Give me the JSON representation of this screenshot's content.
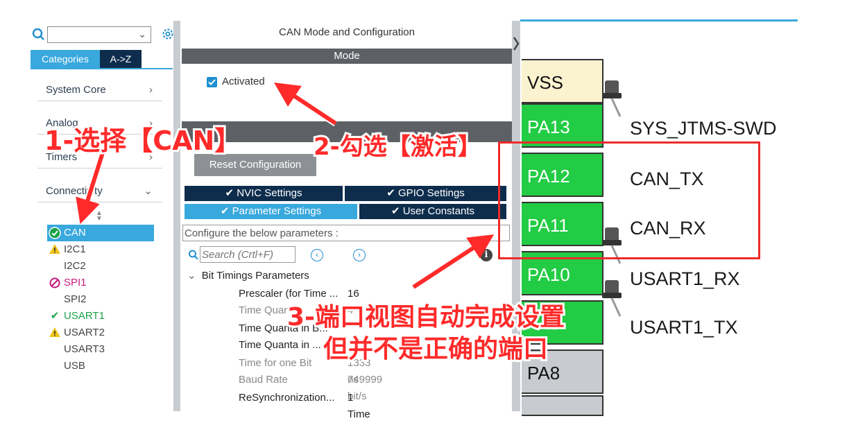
{
  "left_panel": {
    "tabs": [
      "Categories",
      "A->Z"
    ],
    "sections": [
      {
        "label": "System Core",
        "chev": "›"
      },
      {
        "label": "Analog",
        "chev": "›"
      },
      {
        "label": "Timers",
        "chev": "›"
      },
      {
        "label": "Connectivity",
        "chev": "⌄"
      }
    ],
    "items": [
      {
        "label": "CAN",
        "status": "check"
      },
      {
        "label": "I2C1",
        "status": "warn"
      },
      {
        "label": "I2C2",
        "status": ""
      },
      {
        "label": "SPI1",
        "status": "forbid"
      },
      {
        "label": "SPI2",
        "status": ""
      },
      {
        "label": "USART1",
        "status": "check"
      },
      {
        "label": "USART2",
        "status": "warn"
      },
      {
        "label": "USART3",
        "status": ""
      },
      {
        "label": "USB",
        "status": ""
      }
    ]
  },
  "config": {
    "title": "CAN Mode and Configuration",
    "mode_header": "Mode",
    "activated_label": "Activated",
    "reset_button": "Reset Configuration",
    "tabs": [
      "NVIC Settings",
      "GPIO Settings",
      "Parameter Settings",
      "User Constants"
    ],
    "configure_text": "Configure the below parameters :",
    "search_placeholder": "Search (Crtl+F)",
    "group_label": "Bit Timings Parameters",
    "params": [
      {
        "name": "Prescaler (for Time ...",
        "value": "16",
        "dim": false
      },
      {
        "name": "Time Quanta",
        "value": "4",
        "dim": true
      },
      {
        "name": "Time Quanta in B...",
        "value": "",
        "dim": false
      },
      {
        "name": "Time Quanta in ...",
        "value": "",
        "dim": false
      },
      {
        "name": "Time for one Bit",
        "value": "1333 ns",
        "dim": true
      },
      {
        "name": "Baud Rate",
        "value": "749999 bit/s",
        "dim": true
      },
      {
        "name": "ReSynchronization...",
        "value": "1 Time",
        "dim": false
      }
    ]
  },
  "pins": [
    {
      "name": "VSS",
      "signal": ""
    },
    {
      "name": "PA13",
      "signal": "SYS_JTMS-SWD"
    },
    {
      "name": "PA12",
      "signal": "CAN_TX"
    },
    {
      "name": "PA11",
      "signal": "CAN_RX"
    },
    {
      "name": "PA10",
      "signal": "USART1_RX"
    },
    {
      "name": "PA9",
      "signal": "USART1_TX"
    },
    {
      "name": "PA8",
      "signal": ""
    }
  ],
  "annotations": {
    "step1": "1-选择【CAN】",
    "step2": "2-勾选【激活】",
    "step3_line1": "3-端口视图自动完成设置",
    "step3_line2": "但并不是正确的端口"
  },
  "colors": {
    "accent_blue": "#38a8dd",
    "dark_navy": "#0e2d4d",
    "pin_green": "#22cc44",
    "pin_cream": "#fbf2cf",
    "pin_gray": "#c8ccd0",
    "annotation_red": "#ff2a2a"
  }
}
